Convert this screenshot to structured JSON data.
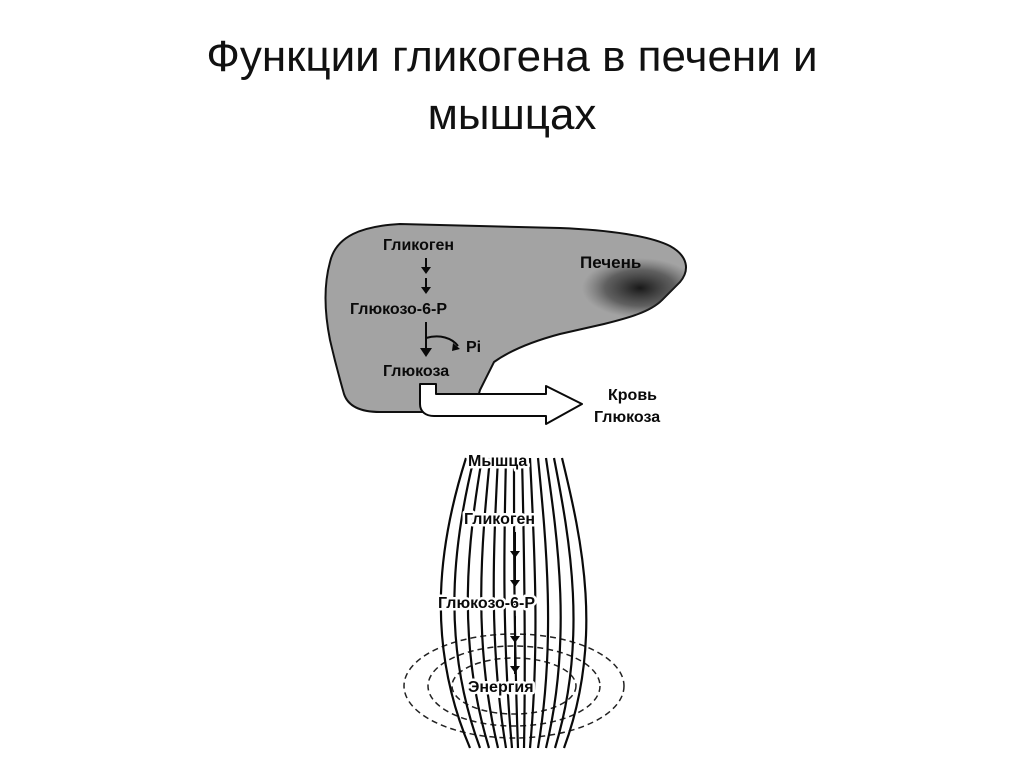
{
  "title": {
    "line1": "Функции гликогена в печени и",
    "line2": "мышцах"
  },
  "liver": {
    "label": "Печень",
    "glycogen": "Гликоген",
    "g6p": "Глюкозо-6-Р",
    "pi": "Pi",
    "glucose": "Глюкоза"
  },
  "blood": {
    "line1": "Кровь",
    "line2": "Глюкоза"
  },
  "muscle": {
    "label": "Мышца",
    "glycogen": "Гликоген",
    "g6p": "Глюкозо-6-Р",
    "energy": "Энергия"
  },
  "colors": {
    "liver_fill": "#a3a3a3",
    "liver_dark_spot": "#1a1a1a",
    "ink": "#0a0a0a"
  }
}
